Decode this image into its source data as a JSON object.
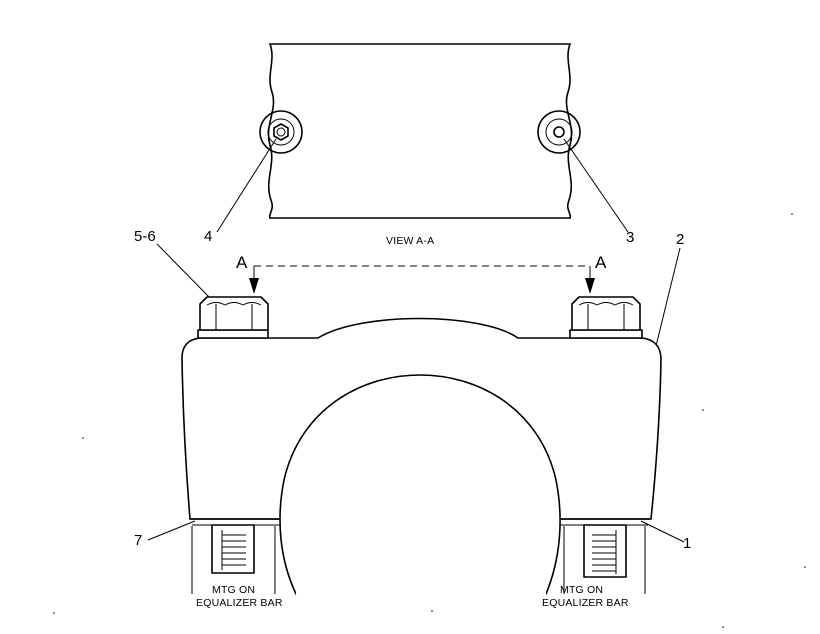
{
  "callouts": {
    "c1": "1",
    "c2": "2",
    "c3": "3",
    "c4": "4",
    "c56": "5-6",
    "c7": "7"
  },
  "view_label": "VIEW A-A",
  "section_marks": {
    "left": "A",
    "right": "A"
  },
  "mounting_notes": {
    "left": {
      "line1": "MTG ON",
      "line2": "EQUALIZER BAR"
    },
    "right": {
      "line1": "MTG ON",
      "line2": "EQUALIZER BAR"
    }
  }
}
